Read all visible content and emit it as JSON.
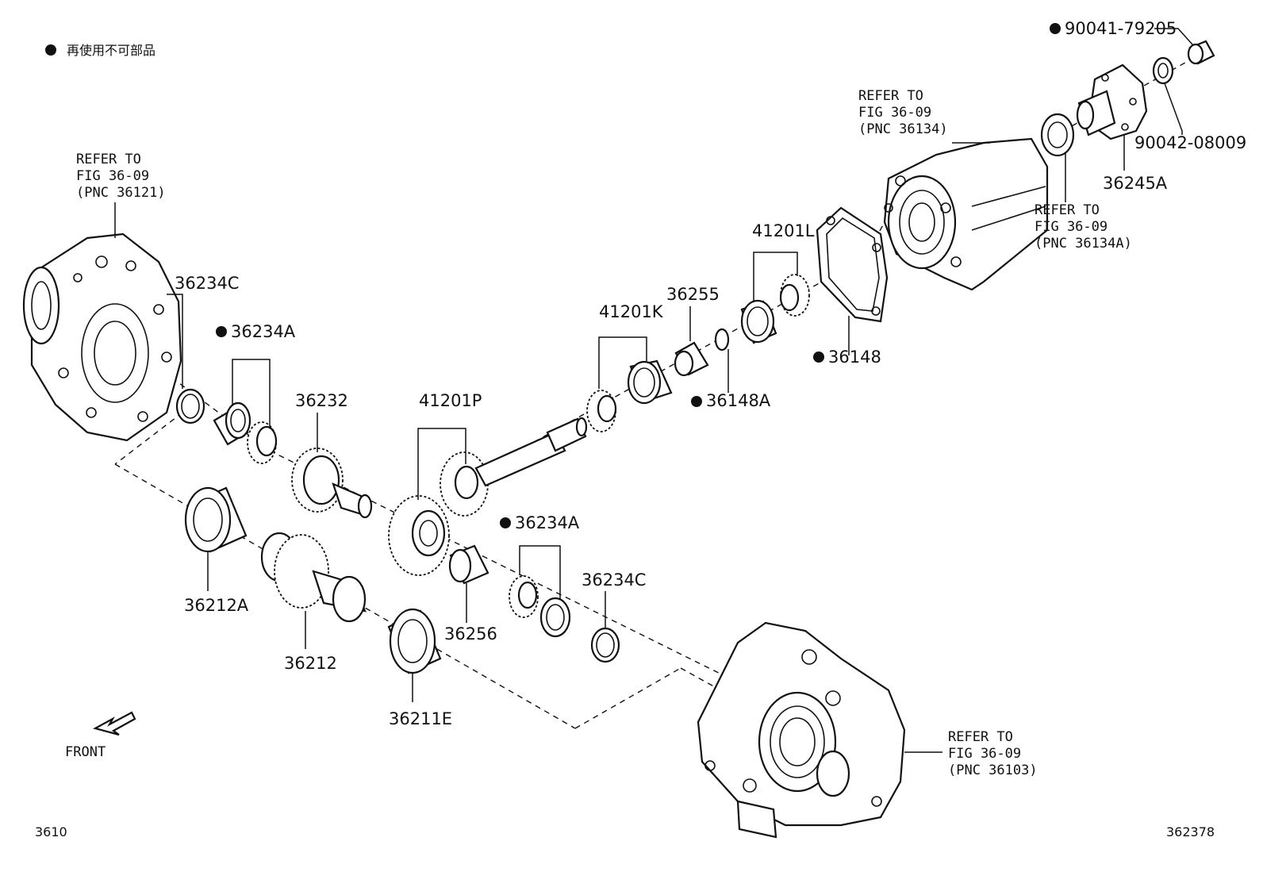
{
  "legend": {
    "marker": "●",
    "text": "再使用不可部品"
  },
  "front_label": "FRONT",
  "figure_number": "3610",
  "illustration_number": "362378",
  "refer_notes": {
    "case_left": [
      "REFER TO",
      "FIG 36-09",
      "(PNC 36121)"
    ],
    "extension": [
      "REFER TO",
      "FIG 36-09",
      "(PNC 36134)"
    ],
    "seal": [
      "REFER TO",
      "FIG 36-09",
      "(PNC 36134A)"
    ],
    "case_right": [
      "REFER TO",
      "FIG 36-09",
      "(PNC 36103)"
    ]
  },
  "parts": {
    "p90041": "90041-79205",
    "p90042": "90042-08009",
    "p36245A": "36245A",
    "p41201L": "41201L",
    "p36255": "36255",
    "p41201K": "41201K",
    "p36148": "36148",
    "p36148A": "36148A",
    "p36234C_top": "36234C",
    "p36234A_top": "36234A",
    "p36232": "36232",
    "p41201P": "41201P",
    "p36234A_bot": "36234A",
    "p36234C_bot": "36234C",
    "p36212A": "36212A",
    "p36212": "36212",
    "p36256": "36256",
    "p36211E": "36211E"
  },
  "colors": {
    "line": "#111111",
    "background": "#ffffff"
  }
}
